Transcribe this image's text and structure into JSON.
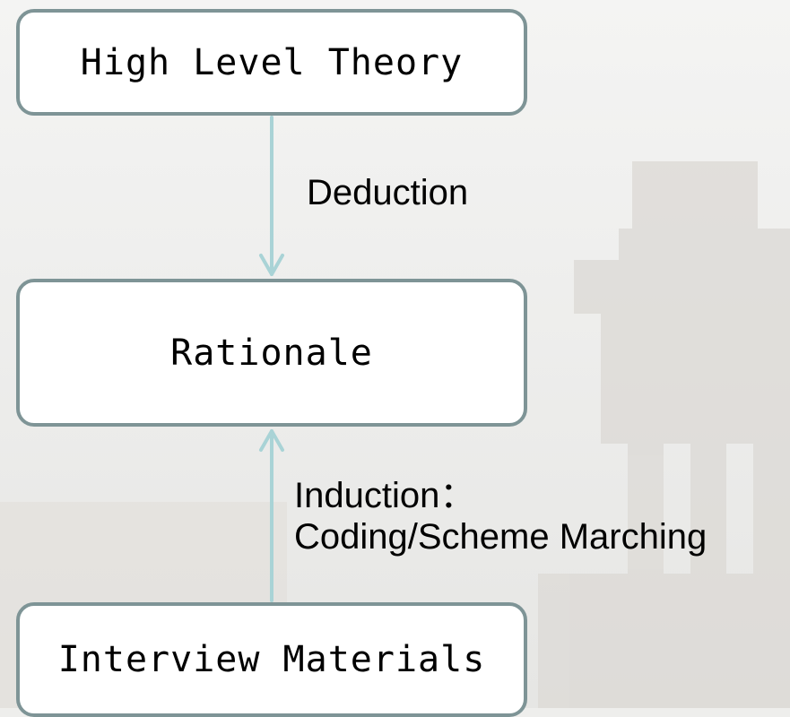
{
  "diagram": {
    "nodes": {
      "top": {
        "label": "High Level Theory"
      },
      "middle": {
        "label": "Rationale"
      },
      "bottom": {
        "label": "Interview Materials"
      }
    },
    "edges": {
      "deduction": {
        "label": "Deduction",
        "from": "High Level Theory",
        "to": "Rationale"
      },
      "induction": {
        "label_line1": "Induction：",
        "label_line2": "Coding/Scheme Marching",
        "from": "Interview Materials",
        "to": "Rationale"
      }
    }
  },
  "colors": {
    "box_border": "#7e9496",
    "arrow": "#a9d3d6",
    "background": "#eeeeec"
  }
}
